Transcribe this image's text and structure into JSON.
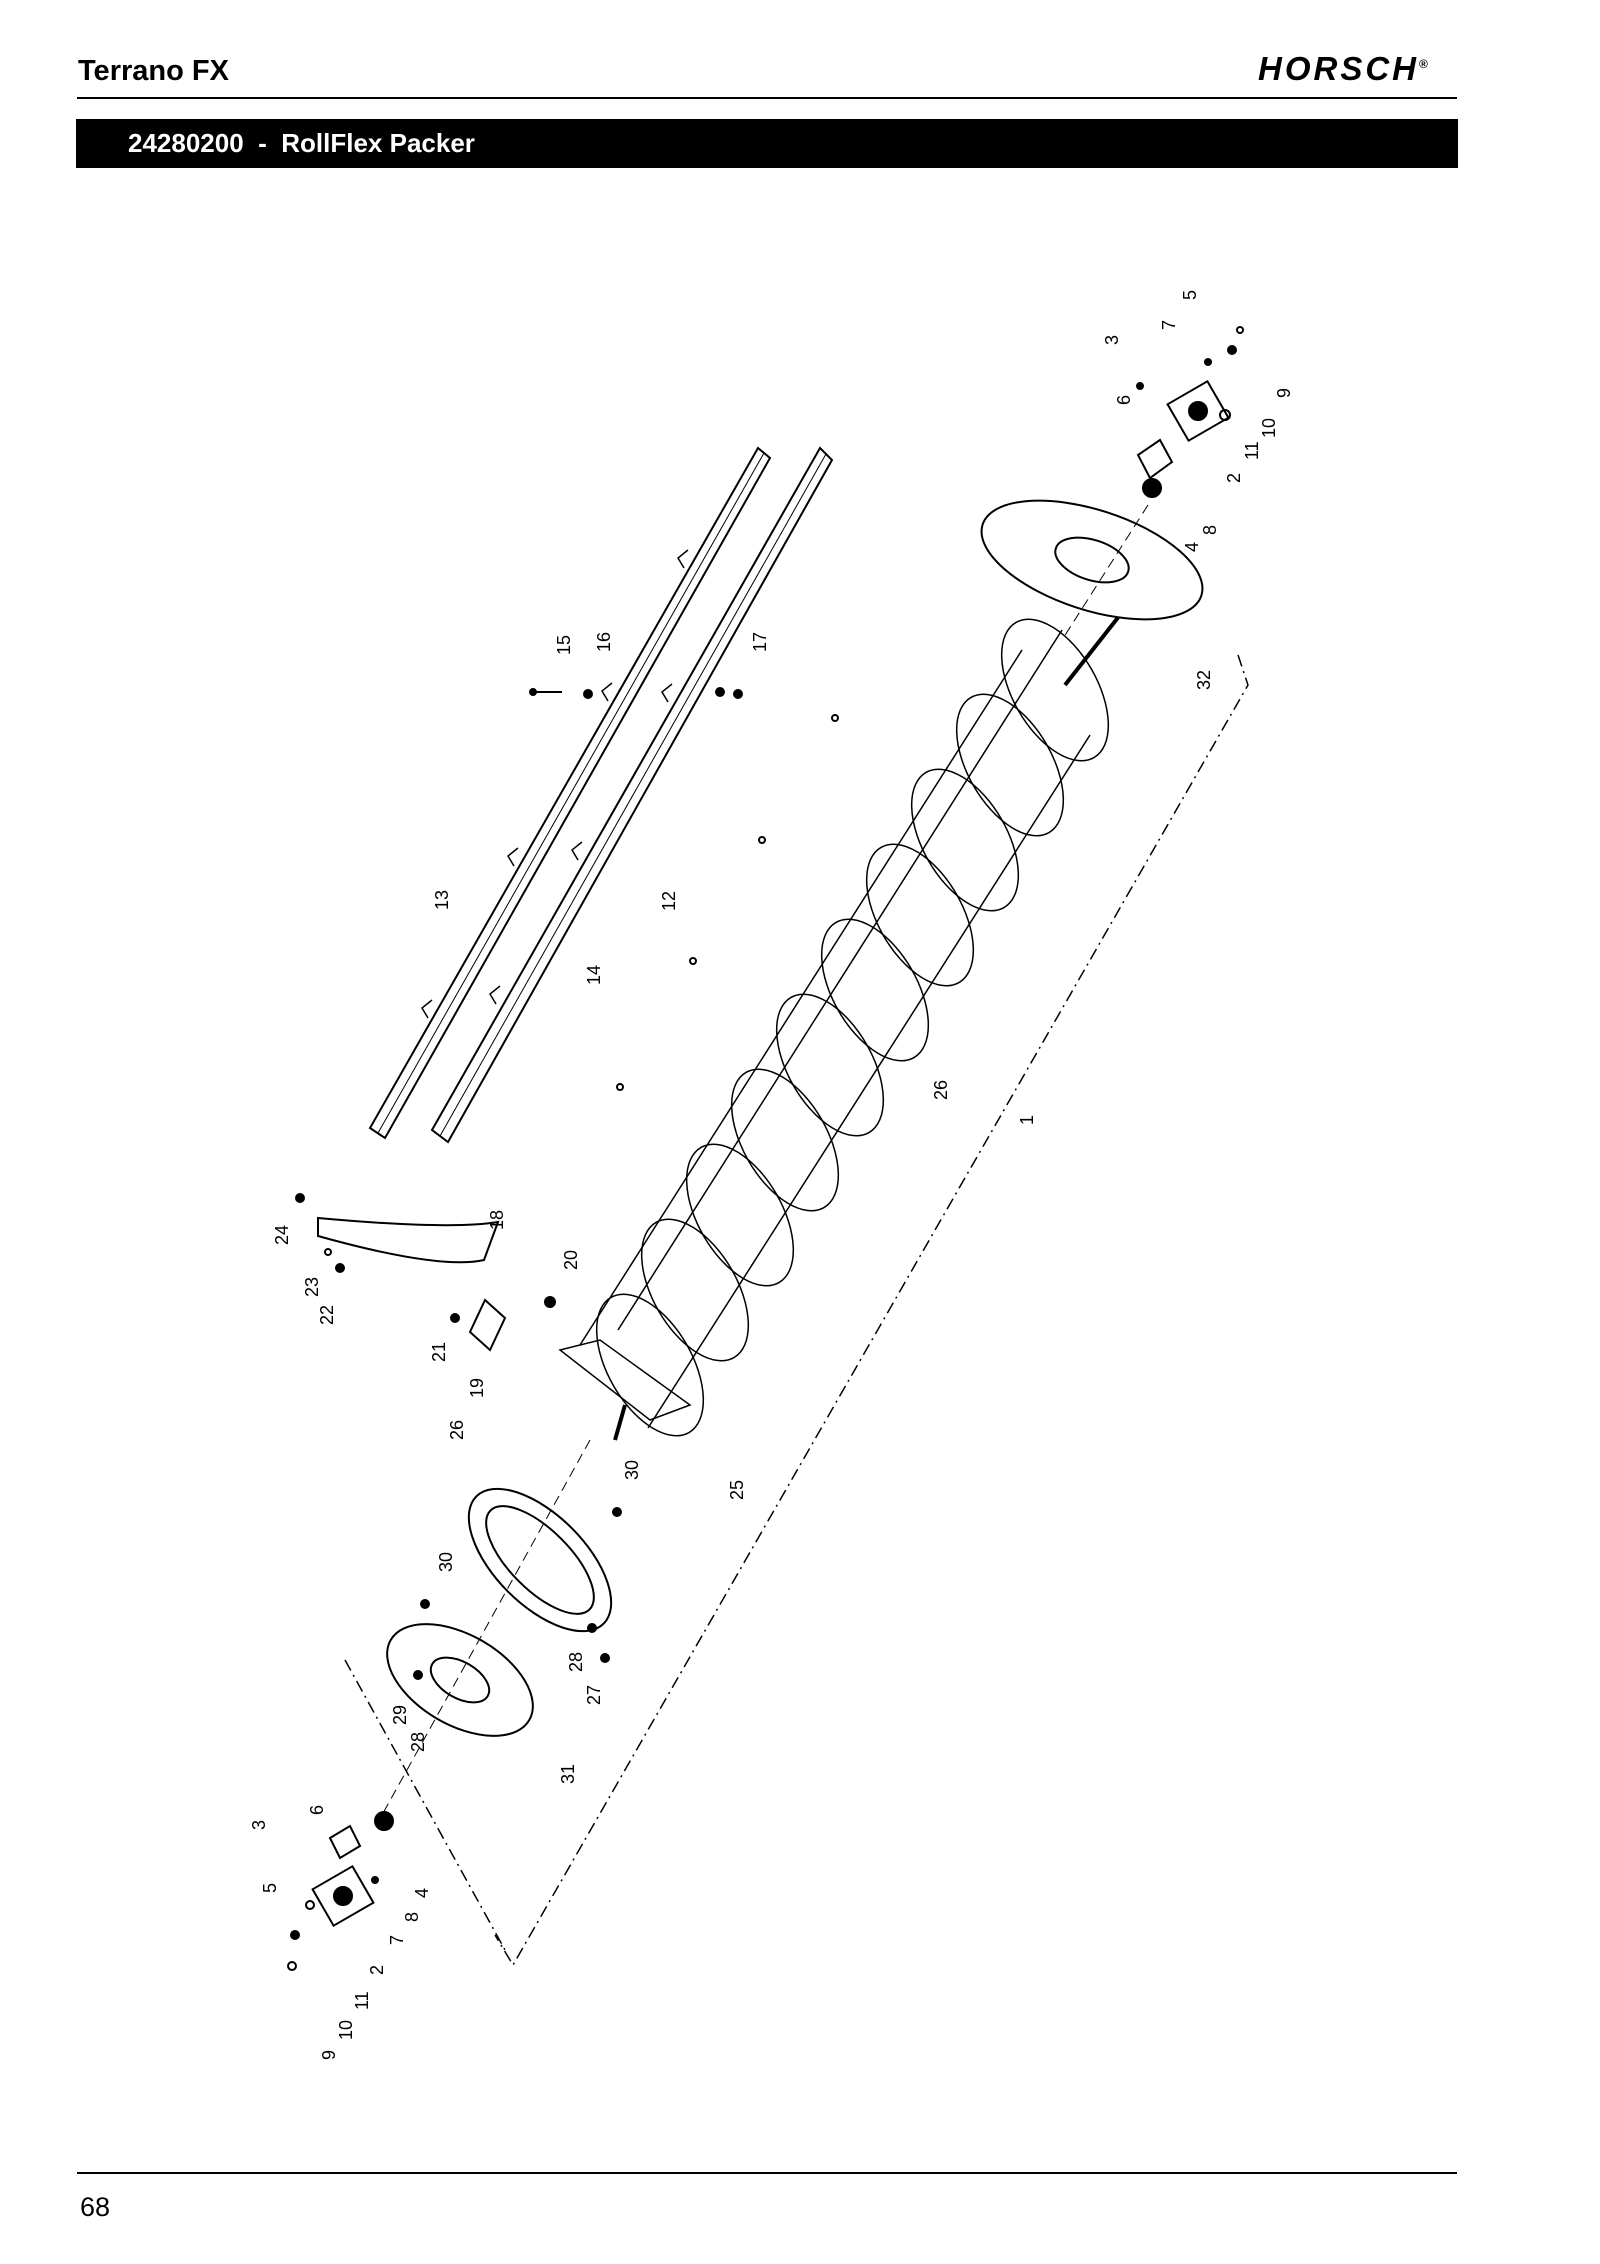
{
  "header": {
    "model": "Terrano FX",
    "logo_text": "HORSCH",
    "logo_mark": "®"
  },
  "title_bar": {
    "part_number": "24280200",
    "separator": "-",
    "section_name": "RollFlex Packer"
  },
  "diagram": {
    "callouts": {
      "p1": "1",
      "p2": "2",
      "p3": "3",
      "p4": "4",
      "p5": "5",
      "p6": "6",
      "p7": "7",
      "p8": "8",
      "p9": "9",
      "p10": "10",
      "p11": "11",
      "p12": "12",
      "p13": "13",
      "p14": "14",
      "p15": "15",
      "p16": "16",
      "p17": "17",
      "p18": "18",
      "p19": "19",
      "p20": "20",
      "p21": "21",
      "p22": "22",
      "p23": "23",
      "p24": "24",
      "p25": "25",
      "p26": "26",
      "p27": "27",
      "p28": "28",
      "p29": "29",
      "p30": "30",
      "p31": "31",
      "p32": "32"
    }
  },
  "footer": {
    "page_number": "68"
  }
}
